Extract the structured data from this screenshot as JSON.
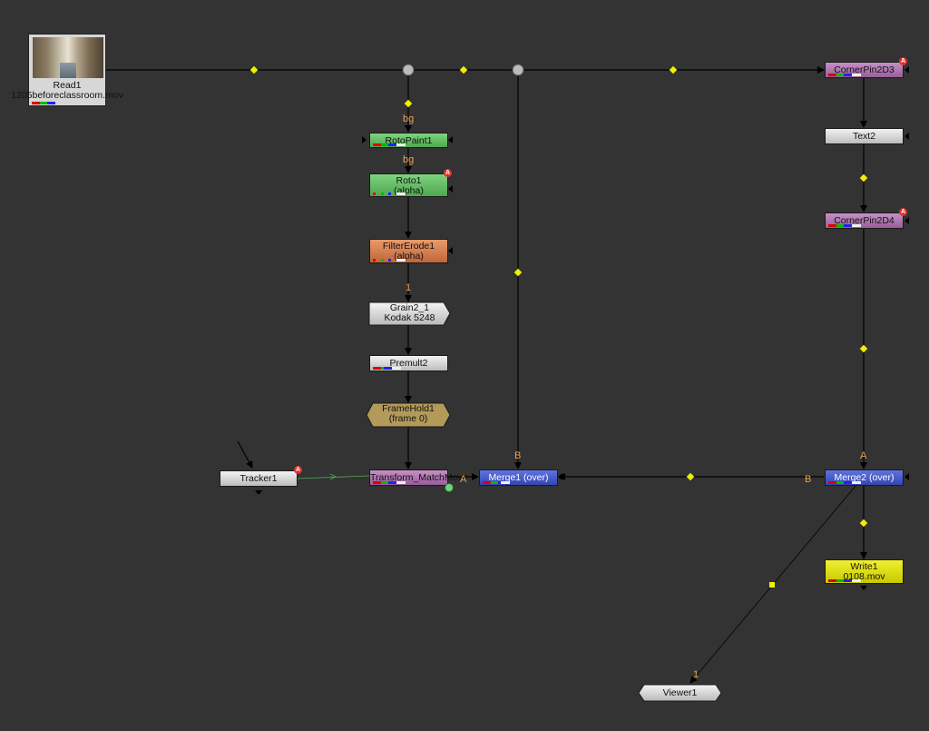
{
  "app": "Node Graph",
  "nodes": {
    "read1": {
      "name": "Read1",
      "file": "1205beforeclassroom.mov"
    },
    "rotopaint1": {
      "name": "RotoPaint1"
    },
    "roto1": {
      "name": "Roto1",
      "sub": "(alpha)",
      "badge": "A"
    },
    "filtererode1": {
      "name": "FilterErode1",
      "sub": "(alpha)"
    },
    "grain": {
      "name": "Grain2_1",
      "sub": "Kodak 5248"
    },
    "premult2": {
      "name": "Premult2"
    },
    "framehold1": {
      "name": "FrameHold1",
      "sub": "(frame 0)"
    },
    "tracker1": {
      "name": "Tracker1",
      "badge": "A"
    },
    "transform": {
      "name": "Transform_MatchMove"
    },
    "merge1": {
      "name": "Merge1 (over)"
    },
    "cornerpin3": {
      "name": "CornerPin2D3",
      "badge": "A"
    },
    "text2": {
      "name": "Text2"
    },
    "cornerpin4": {
      "name": "CornerPin2D4",
      "badge": "A"
    },
    "merge2": {
      "name": "Merge2 (over)"
    },
    "write1": {
      "name": "Write1",
      "file": "0108.mov"
    },
    "viewer1": {
      "name": "Viewer1"
    }
  },
  "input_labels": {
    "bg1": "bg",
    "bg2": "bg",
    "one1": "1",
    "a_transform": "A",
    "b_merge1": "B",
    "a_merge2": "A",
    "b_merge2": "B",
    "one_viewer": "1"
  },
  "colors": {
    "wire": "#000000",
    "dot": "#f0f000",
    "tracker_link": "#4caf50",
    "input_label": "#f0a050",
    "background": "#333333"
  }
}
